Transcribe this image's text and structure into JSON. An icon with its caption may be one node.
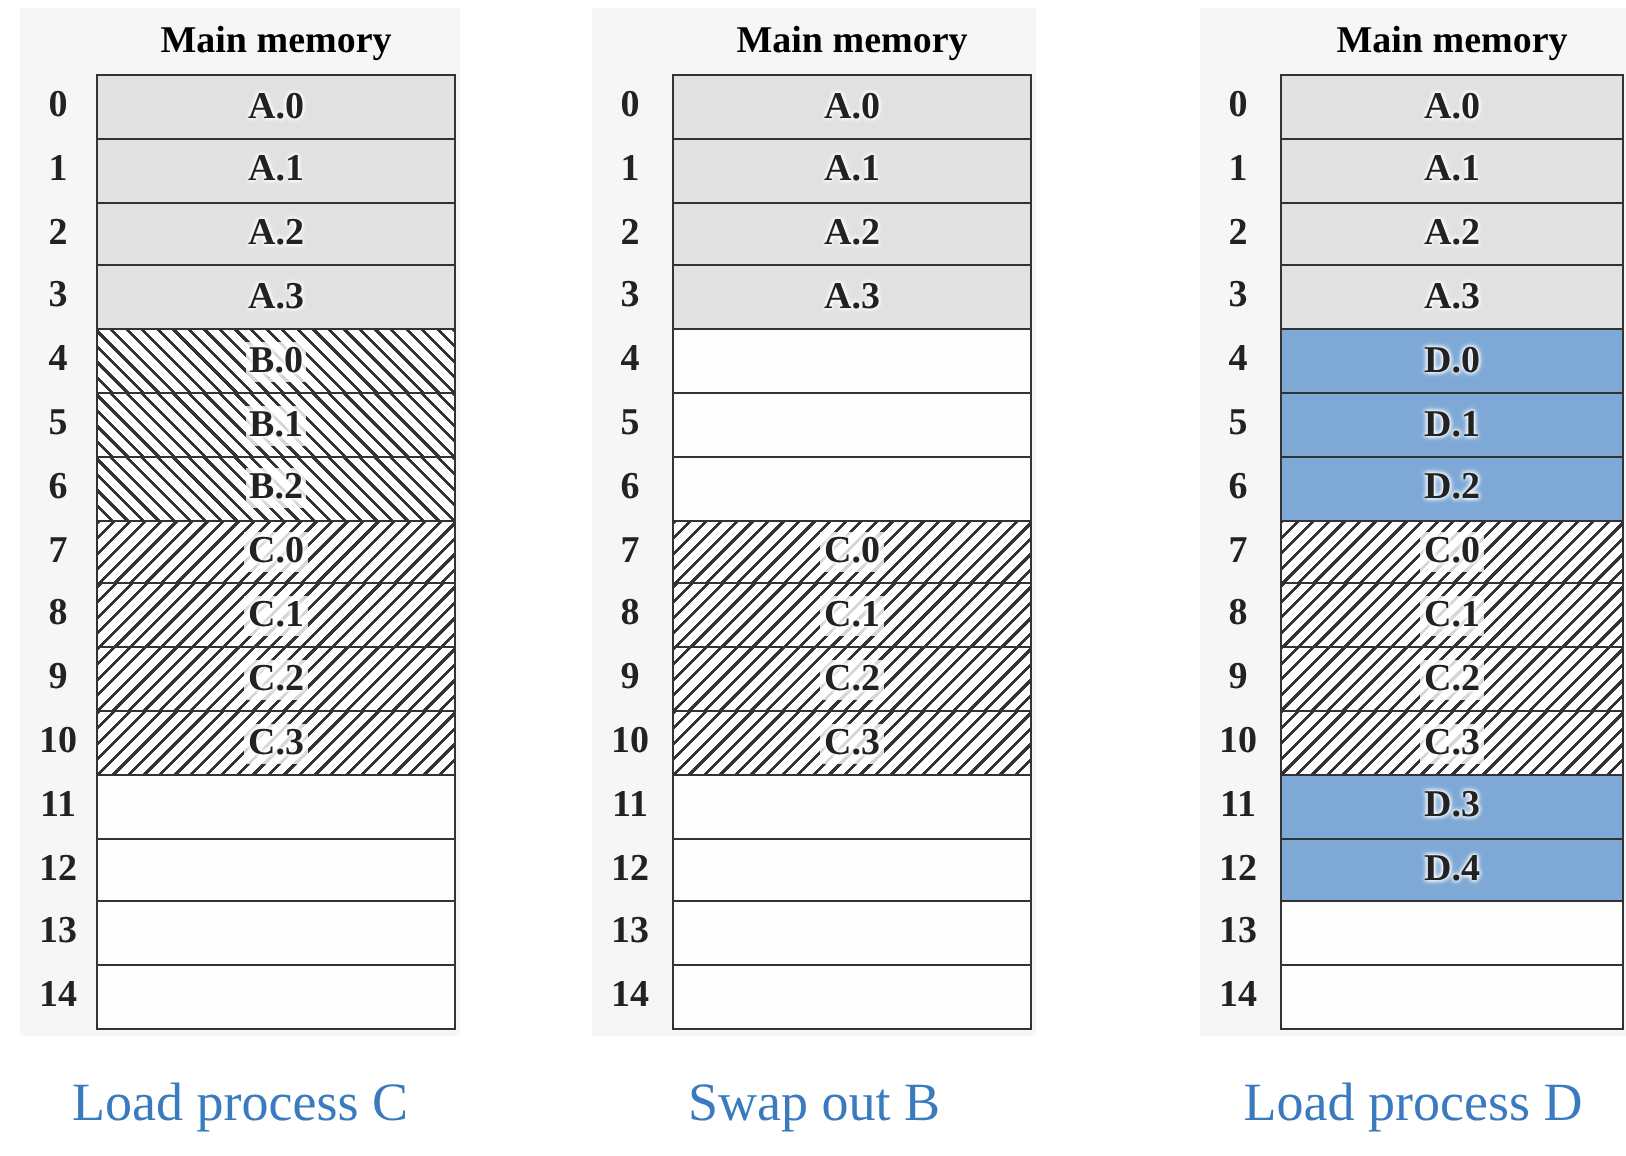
{
  "diagram": {
    "nodes": [
      {
        "text": [
          "Main memory"
        ],
        "beside": [
          "Load process C"
        ]
      },
      {
        "text": [
          "A.0"
        ],
        "in": 0
      },
      {
        "text": [
          "A.1"
        ],
        "in": 0
      },
      {
        "text": [
          "A.2"
        ],
        "in": 0
      },
      {
        "text": [
          "A.3"
        ],
        "in": 0
      },
      {
        "text": [
          "B.0"
        ],
        "in": 0
      },
      {
        "text": [
          "B.1"
        ],
        "in": 0
      },
      {
        "text": [
          "B.2"
        ],
        "in": 0
      },
      {
        "text": [
          "C.0"
        ],
        "in": 0
      },
      {
        "text": [
          "C.1"
        ],
        "in": 0
      },
      {
        "text": [
          "C.2"
        ],
        "in": 0
      },
      {
        "text": [
          "C.3"
        ],
        "in": 0
      },
      {
        "text": [],
        "shape": "box",
        "in": 0
      },
      {
        "text": [],
        "shape": "box",
        "in": 0
      },
      {
        "text": [],
        "shape": "box",
        "in": 0
      },
      {
        "text": [],
        "shape": "box",
        "in": 0
      },
      {
        "text": [
          "Main memory"
        ],
        "beside": [
          "Swap out B"
        ]
      },
      {
        "text": [
          "A.0"
        ],
        "in": 16
      },
      {
        "text": [
          "A.1"
        ],
        "in": 16
      },
      {
        "text": [
          "A.2"
        ],
        "in": 16
      },
      {
        "text": [
          "A.3"
        ],
        "in": 16
      },
      {
        "text": [],
        "shape": "box",
        "in": 16
      },
      {
        "text": [],
        "shape": "box",
        "in": 16
      },
      {
        "text": [],
        "shape": "box",
        "in": 16
      },
      {
        "text": [
          "C.0"
        ],
        "in": 16
      },
      {
        "text": [
          "C.1"
        ],
        "in": 16
      },
      {
        "text": [
          "C.2"
        ],
        "in": 16
      },
      {
        "text": [
          "C.3"
        ],
        "in": 16
      },
      {
        "text": [],
        "shape": "box",
        "in": 16
      },
      {
        "text": [],
        "shape": "box",
        "in": 16
      },
      {
        "text": [],
        "shape": "box",
        "in": 16
      },
      {
        "text": [],
        "shape": "box",
        "in": 16
      },
      {
        "text": [
          "Main memory"
        ],
        "beside": [
          "Load process D"
        ]
      },
      {
        "text": [
          "A.0"
        ],
        "in": 32
      },
      {
        "text": [
          "A.1"
        ],
        "in": 32
      },
      {
        "text": [
          "A.2"
        ],
        "in": 32
      },
      {
        "text": [
          "A.3"
        ],
        "in": 32
      },
      {
        "text": [
          "D.0"
        ],
        "in": 32
      },
      {
        "text": [
          "D.1"
        ],
        "in": 32
      },
      {
        "text": [
          "D.2"
        ],
        "in": 32
      },
      {
        "text": [
          "C.0"
        ],
        "in": 32
      },
      {
        "text": [
          "C.1"
        ],
        "in": 32
      },
      {
        "text": [
          "C.2"
        ],
        "in": 32
      },
      {
        "text": [
          "C.3"
        ],
        "in": 32
      },
      {
        "text": [
          "D.3"
        ],
        "in": 32
      },
      {
        "text": [
          "D.4"
        ],
        "in": 32
      },
      {
        "text": [],
        "shape": "box",
        "in": 32
      },
      {
        "text": [],
        "shape": "box",
        "in": 32
      }
    ],
    "labels": [
      "0",
      "1",
      "2",
      "3",
      "4",
      "5",
      "6",
      "7",
      "8",
      "9",
      "10",
      "11",
      "12",
      "13",
      "14",
      "0",
      "1",
      "2",
      "3",
      "4",
      "5",
      "6",
      "7",
      "8",
      "9",
      "10",
      "11",
      "12",
      "13",
      "14",
      "0",
      "1",
      "2",
      "3",
      "4",
      "5",
      "6",
      "7",
      "8",
      "9",
      "10",
      "11",
      "12",
      "13",
      "14"
    ]
  }
}
